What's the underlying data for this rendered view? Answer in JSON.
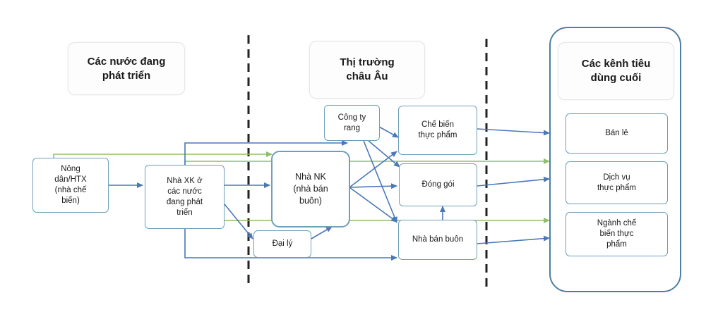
{
  "headers": {
    "developing": "Các nước đang\nphát triển",
    "europe": "Thị trường\nchâu Âu",
    "end_channels": "Các kênh tiêu\ndùng cuối"
  },
  "nodes": {
    "farmers": "Nông\ndân/HTX\n(nhà chế\nbiến)",
    "exporter": "Nhà XK ở\ncác nước\nđang phát\ntriển",
    "roaster": "Công ty\nrang",
    "importer": "Nhà NK\n(nhà bán\nbuôn)",
    "agent": "Đại lý",
    "processing": "Chế biến\nthực phẩm",
    "packaging": "Đóng gói",
    "wholesaler": "Nhà bán buôn",
    "retail": "Bán lẻ",
    "food_service": "Dịch vụ\nthực phẩm",
    "food_industry": "Ngành chế\nbiến thực\nphẩm"
  },
  "colors": {
    "arrow_blue": "#4a78b8",
    "arrow_green": "#8fbf6a",
    "box_border": "#6f9fb9",
    "outer_border": "#4d7f9f",
    "divider": "#222222"
  }
}
